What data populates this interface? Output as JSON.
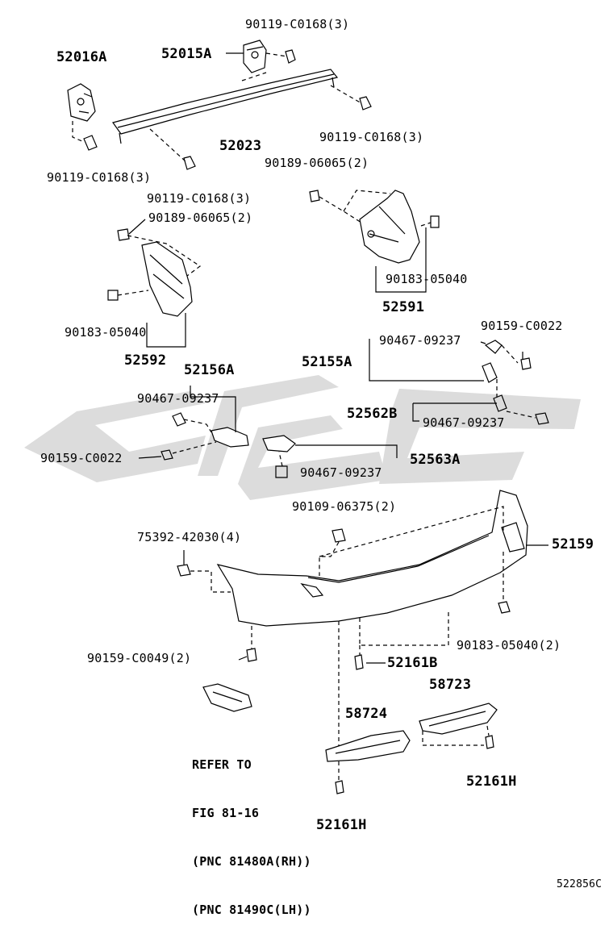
{
  "watermark": "caution-logo",
  "diagram_code": "522856C",
  "refer_note": [
    "REFER TO",
    "FIG 81-16",
    "(PNC 81480A(RH))",
    "(PNC 81490C(LH))"
  ],
  "labels": {
    "p52016A": "52016A",
    "p52015A": "52015A",
    "p52023": "52023",
    "bolt_c0168_a": "90119-C0168(3)",
    "bolt_c0168_b": "90119-C0168(3)",
    "bolt_c0168_c": "90119-C0168(3)",
    "bolt_c0168_d": "90119-C0168(3)",
    "nut_06065_r": "90189-06065(2)",
    "nut_06065_l": "90189-06065(2)",
    "clip_05040_r": "90183-05040",
    "clip_05040_l": "90183-05040",
    "p52591": "52591",
    "p52592": "52592",
    "p52156A": "52156A",
    "p52155A": "52155A",
    "rivet_09237_a": "90467-09237",
    "rivet_09237_b": "90467-09237",
    "rivet_09237_c": "90467-09237",
    "rivet_09237_d": "90467-09237",
    "screw_c0022_r": "90159-C0022",
    "screw_c0022_l": "90159-C0022",
    "p52562B": "52562B",
    "p52563A": "52563A",
    "bolt_06375": "90109-06375(2)",
    "clip_42030": "75392-42030(4)",
    "p52159": "52159",
    "screw_c0049": "90159-C0049(2)",
    "clip_05040_2": "90183-05040(2)",
    "p52161B": "52161B",
    "p58723": "58723",
    "p58724": "58724",
    "p52161H_r": "52161H",
    "p52161H_l": "52161H"
  }
}
